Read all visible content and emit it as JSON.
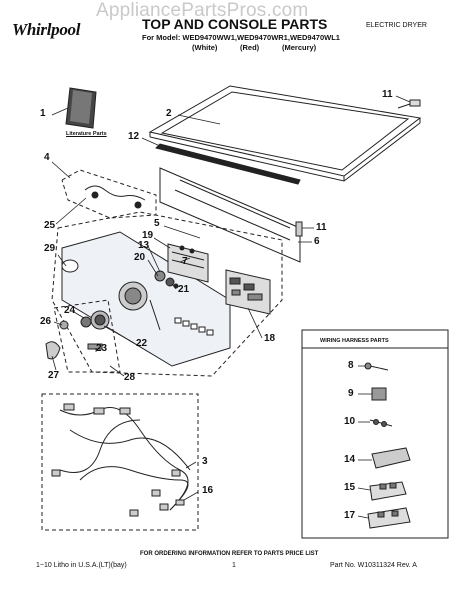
{
  "watermark": "AppliancePartsPros.com",
  "brand": "Whirlpool",
  "title": "TOP AND CONSOLE PARTS",
  "dryer_type": "ELECTRIC DRYER",
  "model_line": "For Model: WED9470WW1,WED9470WR1,WED9470WL1",
  "colors": [
    "(White)",
    "(Red)",
    "(Mercury)"
  ],
  "literature_label": "Literature Parts",
  "wiring_harness_title": "WIRING HARNESS PARTS",
  "callouts_main": [
    "1",
    "2",
    "11",
    "12",
    "4",
    "5",
    "11",
    "6",
    "25",
    "19",
    "29",
    "13",
    "7",
    "20",
    "21",
    "24",
    "26",
    "22",
    "18",
    "23",
    "27",
    "28",
    "3",
    "16"
  ],
  "callouts_harness": [
    "8",
    "9",
    "10",
    "14",
    "15",
    "17"
  ],
  "footer_note": "FOR ORDERING INFORMATION REFER TO PARTS PRICE LIST",
  "footer_left": "1−10 Litho in U.S.A.(LT)(bay)",
  "footer_center": "1",
  "footer_right": "Part No. W10311324 Rev. A"
}
